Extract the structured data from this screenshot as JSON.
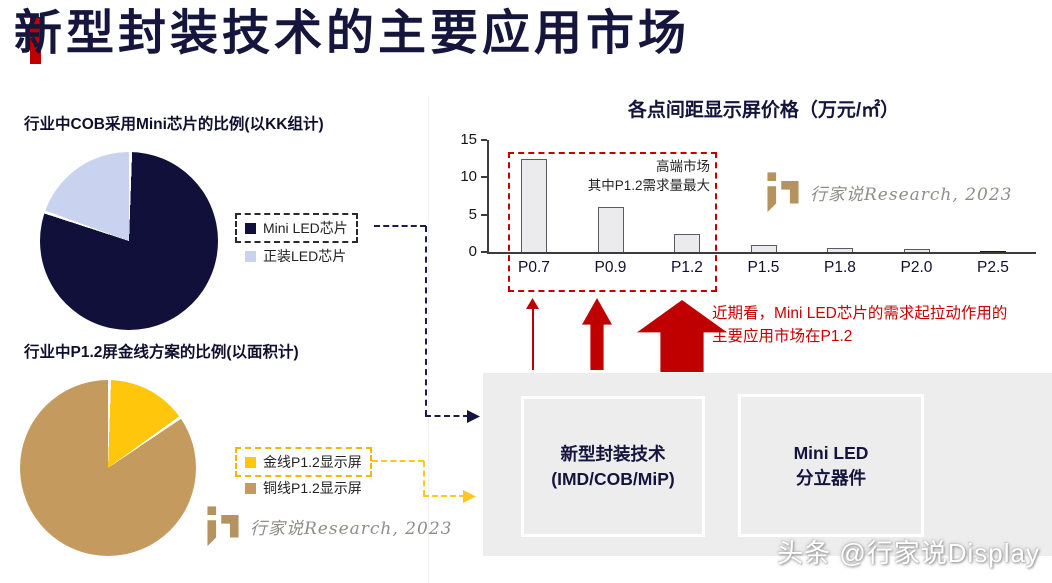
{
  "slide": {
    "title": "新型封装技术的主要应用市场"
  },
  "watermarks": {
    "research": "行家说Research, 2023",
    "toutiao": "头条 @行家说Display"
  },
  "note": {
    "lines": [
      "近期看，Mini LED芯片的需求起拉动作用的",
      "主要应用市场在P1.2"
    ]
  },
  "flow": {
    "boxes": [
      {
        "lines": [
          "新型封装技术",
          "(IMD/COB/MiP)"
        ]
      },
      {
        "lines": [
          "Mini LED",
          "分立器件"
        ]
      }
    ]
  },
  "colors": {
    "navy": "#14143c",
    "red": "#c00000",
    "red_text": "#c90000",
    "panel_gray": "#ededee",
    "yellow_accent": "#ffc81e",
    "logo_tan": "#b5935e"
  },
  "chart_data": [
    {
      "type": "pie",
      "title": "行业中COB采用Mini芯片的比例(以KK组计)",
      "labels": [
        "Mini LED芯片",
        "正装LED芯片"
      ],
      "values": [
        80,
        20
      ],
      "unit": "%",
      "colors": [
        "#10103a",
        "#c9d3ef"
      ],
      "legend_position": "right"
    },
    {
      "type": "pie",
      "title": "行业中P1.2屏金线方案的比例(以面积计)",
      "labels": [
        "金线P1.2显示屏",
        "铜线P1.2显示屏"
      ],
      "values": [
        15,
        85
      ],
      "unit": "%",
      "colors": [
        "#ffc60b",
        "#c49a5e"
      ],
      "legend_position": "right"
    },
    {
      "type": "bar",
      "title": "各点间距显示屏价格（万元/㎡）",
      "categories": [
        "P0.7",
        "P0.9",
        "P1.2",
        "P1.5",
        "P1.8",
        "P2.0",
        "P2.5"
      ],
      "values": [
        12.5,
        6,
        2.4,
        0.9,
        0.6,
        0.4,
        0.15
      ],
      "ylim": [
        0,
        15
      ],
      "yticks": [
        0,
        5,
        10,
        15
      ],
      "grid": false,
      "bar_colors": [
        "#ebebed",
        "#ebebed",
        "#ebebed",
        "#ebebed",
        "#ebebed",
        "#ebebed",
        "#14143c"
      ],
      "bar_border": "#5a5a64",
      "annotation_lines": [
        "高端市场",
        "其中P1.2需求量最大"
      ],
      "highlight_categories": [
        "P0.7",
        "P0.9",
        "P1.2"
      ]
    }
  ]
}
